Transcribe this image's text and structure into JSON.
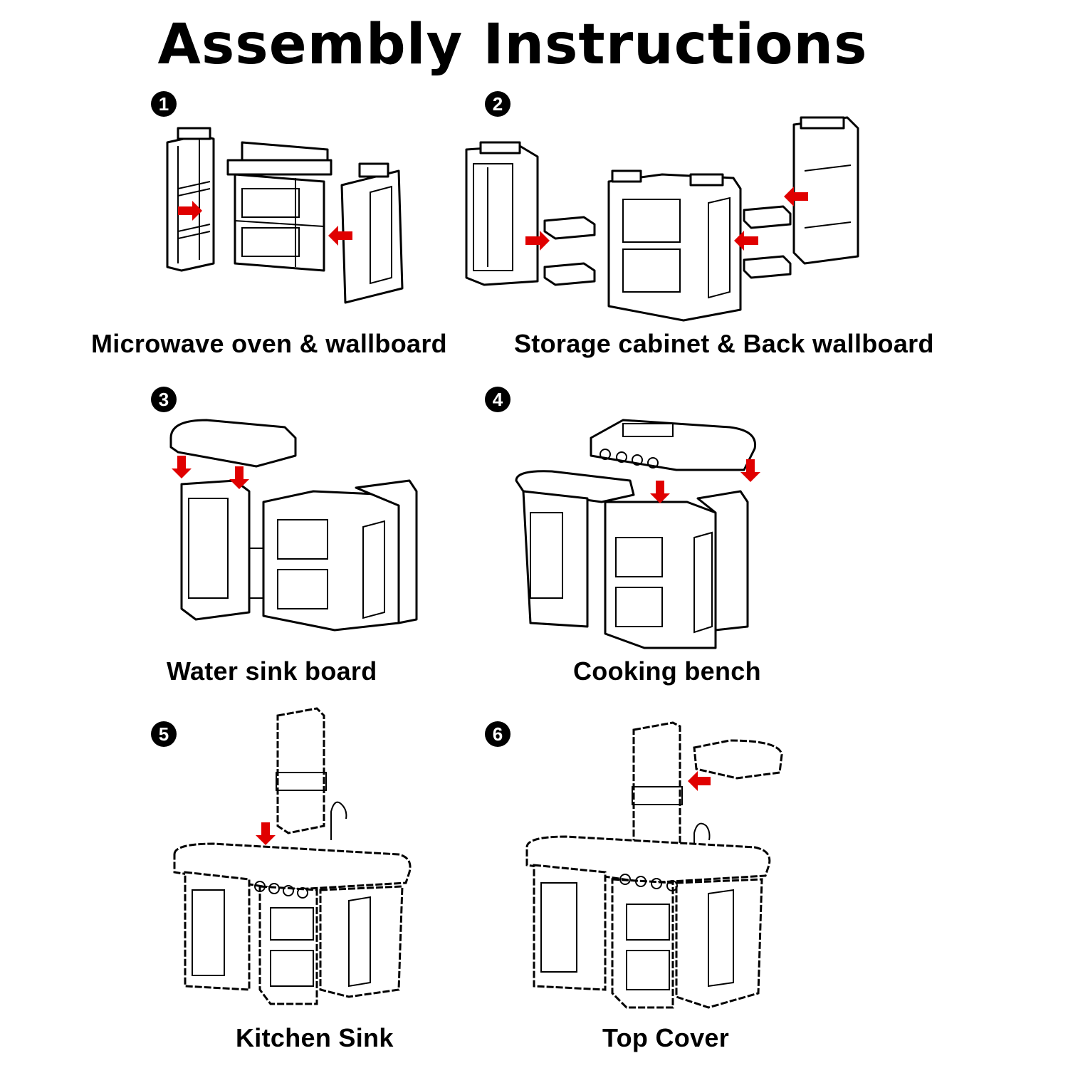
{
  "title": "Assembly Instructions",
  "accent_color": "#e00000",
  "steps": [
    {
      "number": "1",
      "caption": "Microwave oven & wallboard"
    },
    {
      "number": "2",
      "caption": "Storage cabinet & Back wallboard"
    },
    {
      "number": "3",
      "caption": "Water sink board"
    },
    {
      "number": "4",
      "caption": "Cooking bench"
    },
    {
      "number": "5",
      "caption": "Kitchen Sink"
    },
    {
      "number": "6",
      "caption": "Top Cover"
    }
  ]
}
